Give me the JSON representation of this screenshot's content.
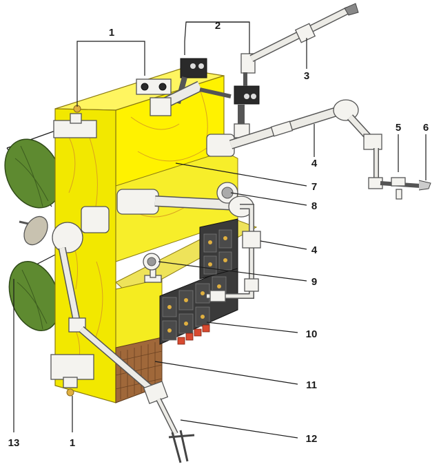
{
  "callouts": {
    "c1_top": "1",
    "c2": "2",
    "c3": "3",
    "c4_upper": "4",
    "c5": "5",
    "c6": "6",
    "c7": "7",
    "c8": "8",
    "c4_lower": "4",
    "c9": "9",
    "c10": "10",
    "c11": "11",
    "c12": "12",
    "c13": "13",
    "c1_bottom": "1"
  },
  "colors": {
    "body_front": "#f2e800",
    "body_side": "#fff200",
    "body_recess": "#f7ee2a",
    "crease": "#d9a020",
    "antenna": "#5e8a30",
    "radiator": "#a0683a",
    "heater": "#d84a30",
    "module": "#3a3a3a",
    "gold": "#e0b040"
  }
}
